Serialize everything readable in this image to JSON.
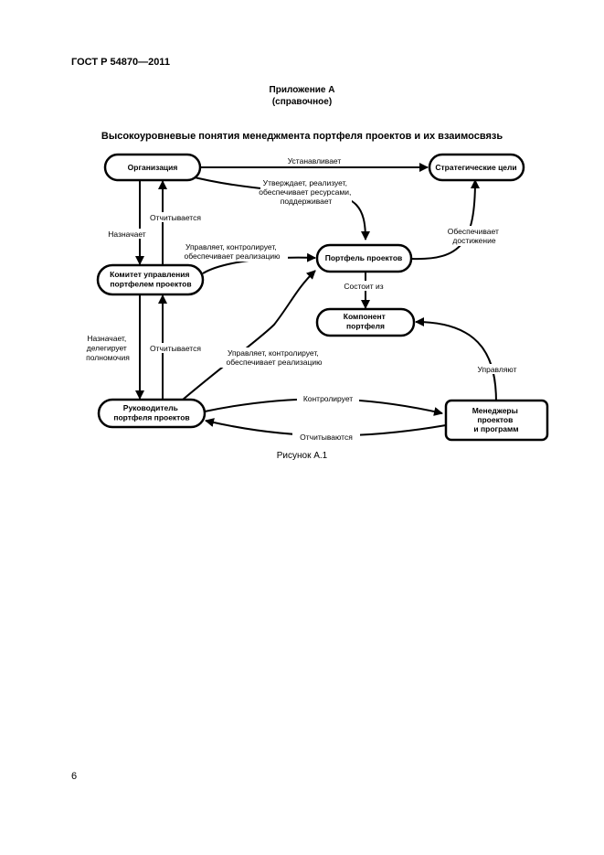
{
  "header": {
    "doc_id": "ГОСТ Р 54870—2011"
  },
  "appendix": {
    "title": "Приложение А",
    "subtitle": "(справочное)"
  },
  "figure": {
    "title": "Высокоуровневые понятия менеджмента портфеля проектов и их взаимосвязь",
    "caption": "Рисунок А.1",
    "nodes": {
      "organization": [
        "Организация"
      ],
      "strategic_goals": [
        "Стратегические цели"
      ],
      "committee": [
        "Комитет управления",
        "портфелем проектов"
      ],
      "portfolio": [
        "Портфель проектов"
      ],
      "component": [
        "Компонент",
        "портфеля"
      ],
      "manager": [
        "Руководитель",
        "портфеля проектов"
      ],
      "project_managers": [
        "Менеджеры",
        "проектов",
        "и программ"
      ]
    },
    "edges": {
      "establishes": [
        "Устанавливает"
      ],
      "approves": [
        "Утверждает, реализует,",
        "обеспечивает ресурсами,",
        "поддерживает"
      ],
      "reports_1": [
        "Отчитывается"
      ],
      "appoints": [
        "Назначает"
      ],
      "ensures": [
        "Обеспечивает",
        "достижение"
      ],
      "manages_1": [
        "Управляет, контролирует,",
        "обеспечивает реализацию"
      ],
      "consists_of": [
        "Состоит из"
      ],
      "appoints_delegates": [
        "Назначает,",
        "делегирует",
        "полномочия"
      ],
      "reports_2": [
        "Отчитывается"
      ],
      "manages_2": [
        "Управляет, контролирует,",
        "обеспечивает реализацию"
      ],
      "manage": [
        "Управляют"
      ],
      "controls": [
        "Контролирует"
      ],
      "report_back": [
        "Отчитываются"
      ]
    }
  },
  "footer": {
    "page_number": "6"
  }
}
